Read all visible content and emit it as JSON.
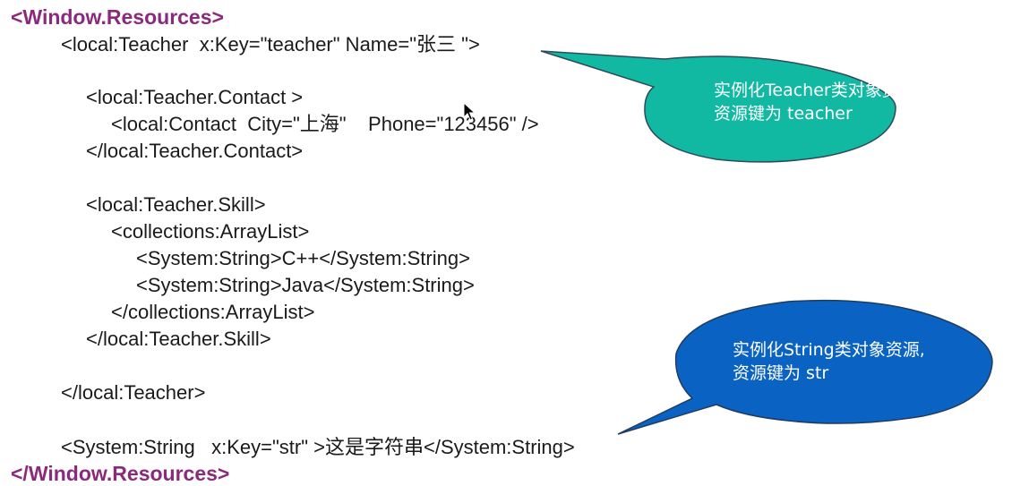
{
  "code": {
    "line1": "<Window.Resources>",
    "line2": "<local:Teacher  x:Key=\"teacher\" Name=\"张三 \">",
    "line3": "<local:Teacher.Contact >",
    "line4": "<local:Contact  City=\"上海\"    Phone=\"123456\" />",
    "line5": "</local:Teacher.Contact>",
    "line6": "<local:Teacher.Skill>",
    "line7": "<collections:ArrayList>",
    "line8": "<System:String>C++</System:String>",
    "line9": "<System:String>Java</System:String>",
    "line10": "</collections:ArrayList>",
    "line11": "</local:Teacher.Skill>",
    "line12": "</local:Teacher>",
    "line13": "<System:String   x:Key=\"str\" >这是字符串</System:String>",
    "line14": "</Window.Resources>"
  },
  "callouts": {
    "teacher": {
      "line1": "实例化Teacher类对象资源,",
      "line2": "资源键为 teacher",
      "color": "#12b9a2"
    },
    "string": {
      "line1": "实例化String类对象资源,",
      "line2": "资源键为 str",
      "color": "#0a63c2"
    }
  },
  "colors": {
    "root_tag": "#8b2a7c",
    "text": "#1a1a1a"
  }
}
